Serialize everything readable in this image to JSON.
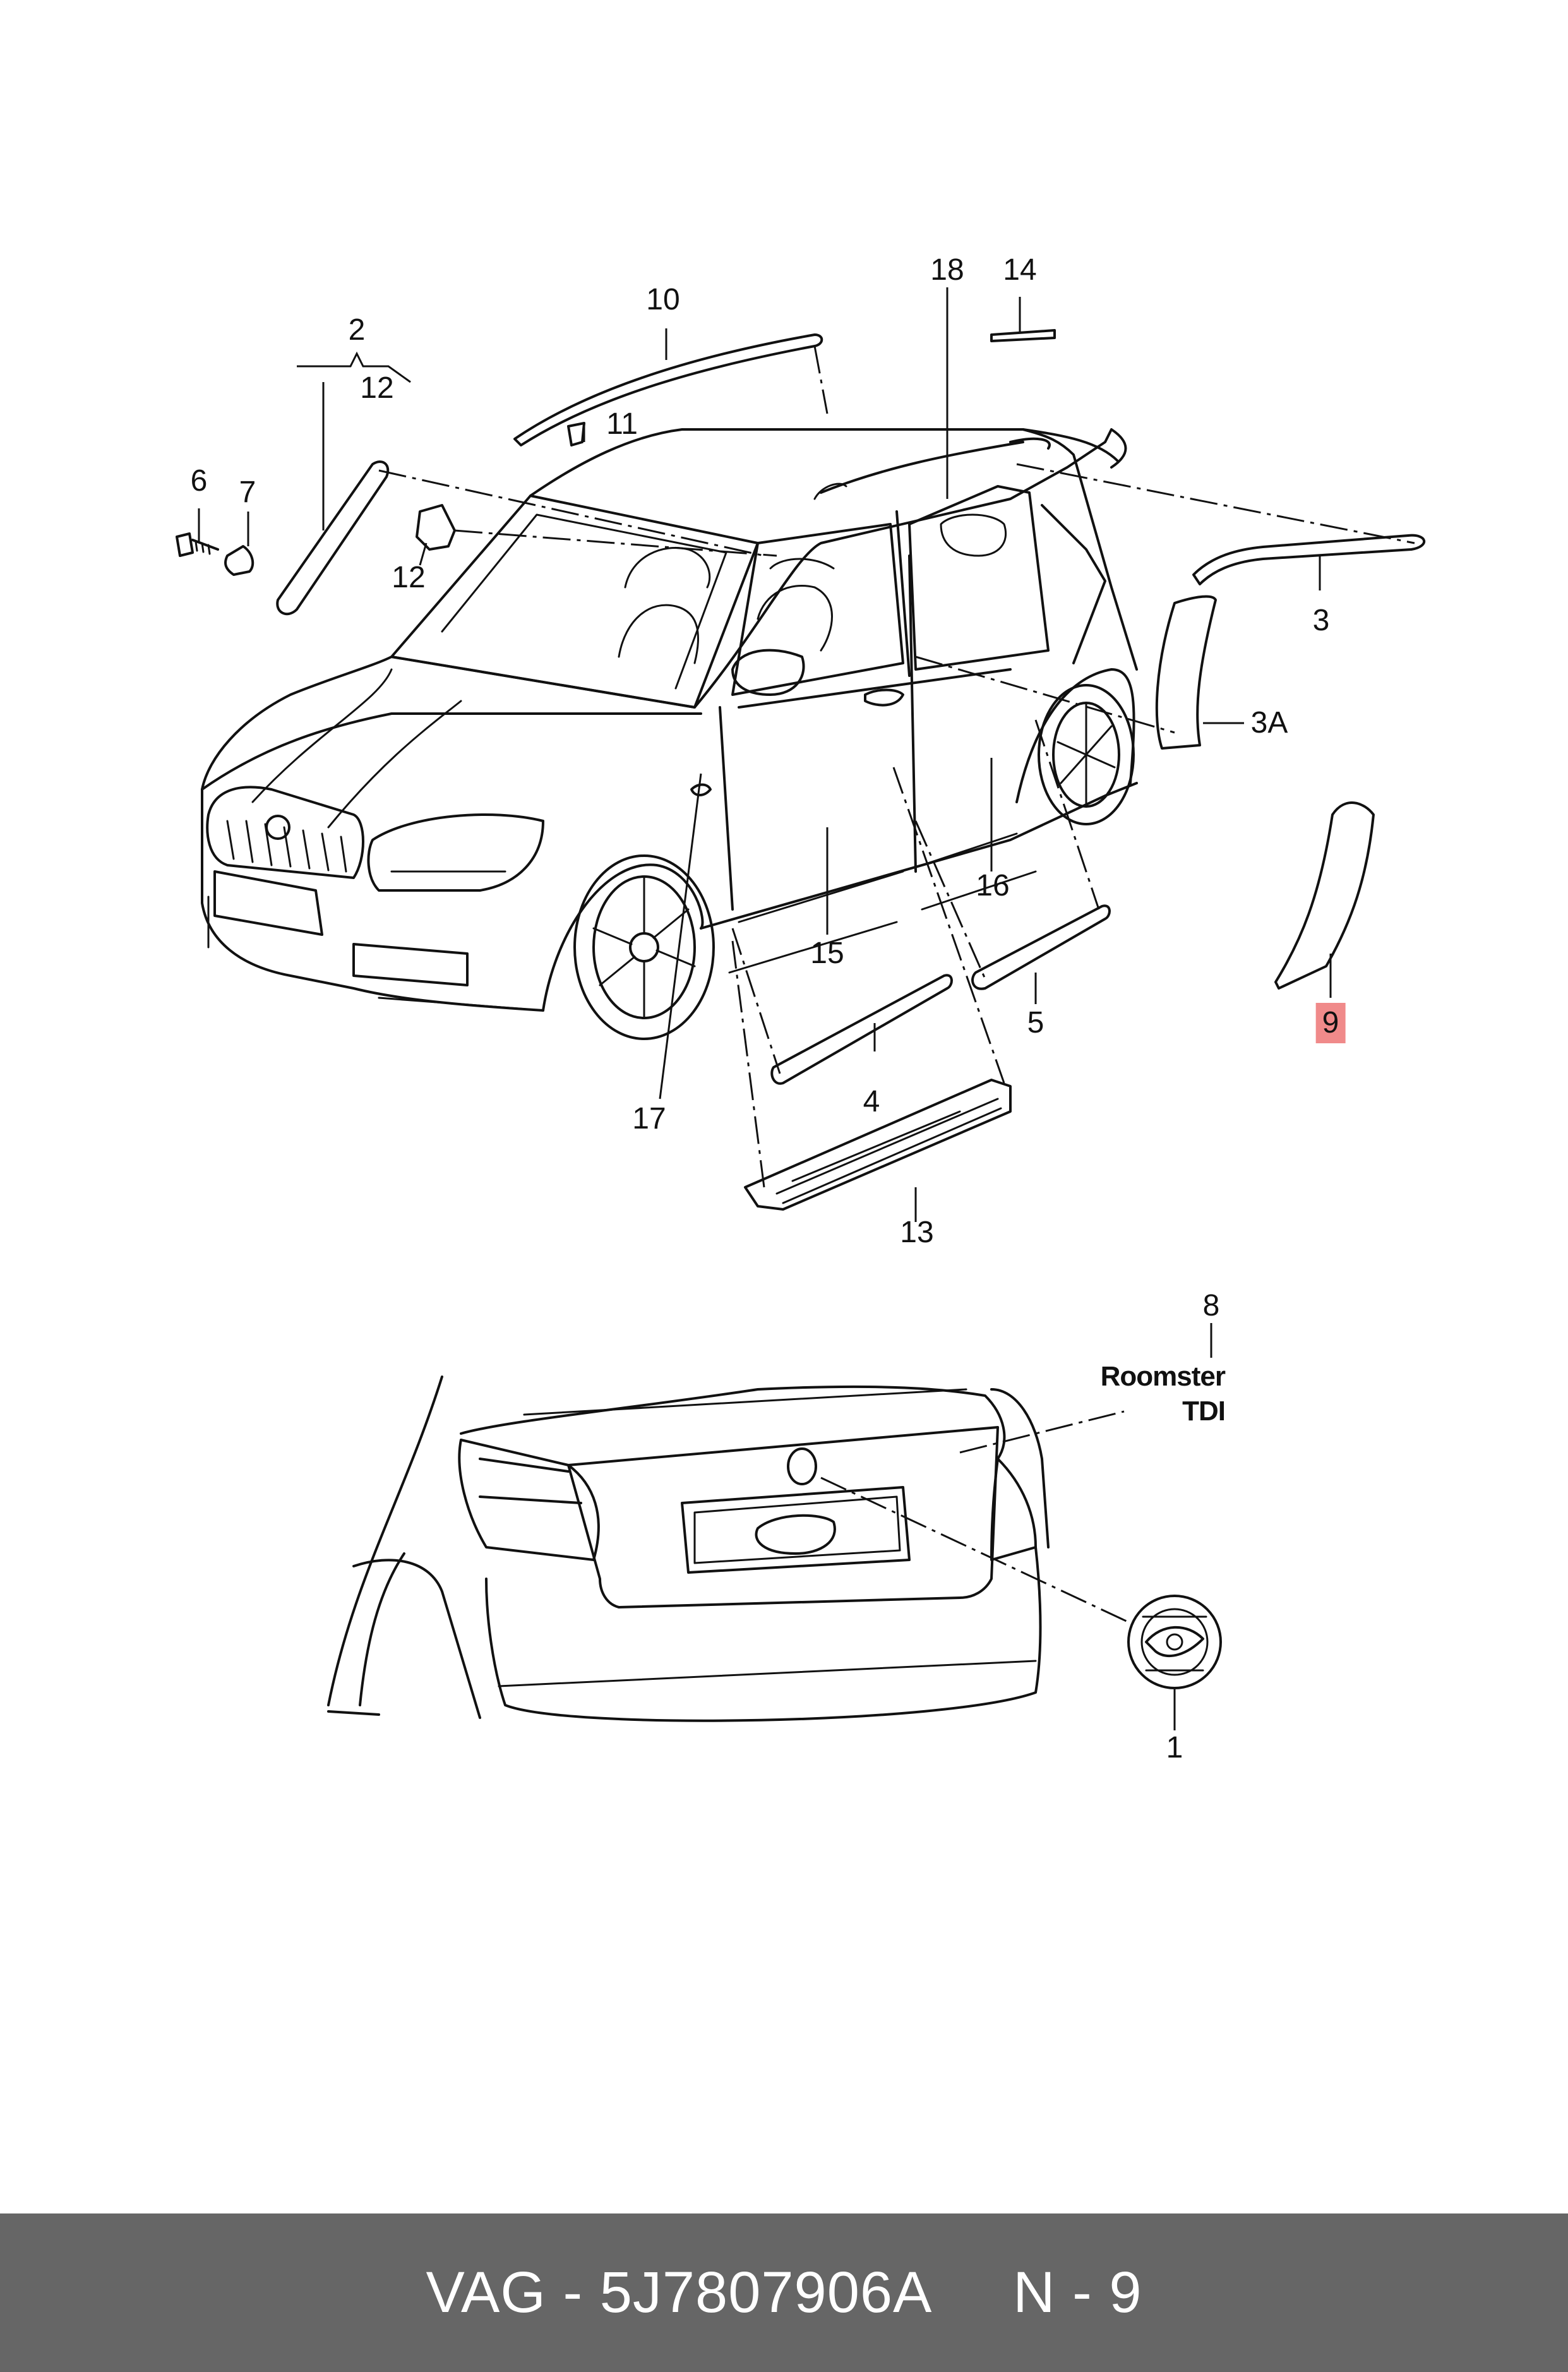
{
  "diagram": {
    "callouts": [
      {
        "id": "1",
        "label": "1"
      },
      {
        "id": "2",
        "label": "2"
      },
      {
        "id": "3",
        "label": "3"
      },
      {
        "id": "3A",
        "label": "3A"
      },
      {
        "id": "4",
        "label": "4"
      },
      {
        "id": "5",
        "label": "5"
      },
      {
        "id": "6",
        "label": "6"
      },
      {
        "id": "7",
        "label": "7"
      },
      {
        "id": "8",
        "label": "8"
      },
      {
        "id": "9",
        "label": "9",
        "highlight": true
      },
      {
        "id": "10",
        "label": "10"
      },
      {
        "id": "11",
        "label": "11"
      },
      {
        "id": "12a",
        "label": "12"
      },
      {
        "id": "12b",
        "label": "12"
      },
      {
        "id": "13",
        "label": "13"
      },
      {
        "id": "14",
        "label": "14"
      },
      {
        "id": "15",
        "label": "15"
      },
      {
        "id": "16",
        "label": "16"
      },
      {
        "id": "17",
        "label": "17"
      },
      {
        "id": "18",
        "label": "18"
      }
    ],
    "badge": {
      "line1": "Roomster",
      "line2": "TDI"
    },
    "emblem_icon": "skoda-emblem-icon",
    "highlight_color": "#f08a8a"
  },
  "footer": {
    "text": "VAG - 5J7807906A     N - 9",
    "background": "#666666",
    "color": "#ffffff"
  }
}
